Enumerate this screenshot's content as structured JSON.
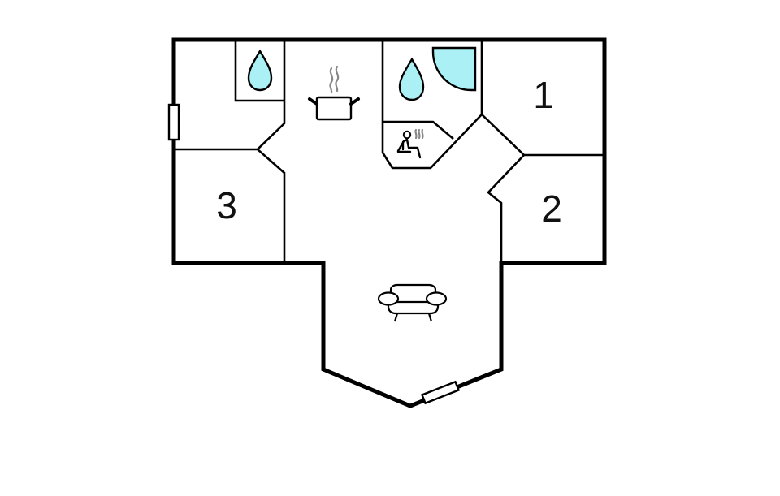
{
  "floorplan": {
    "rooms": [
      {
        "id": "bedroom-1",
        "label": "1"
      },
      {
        "id": "bedroom-2",
        "label": "2"
      },
      {
        "id": "bedroom-3",
        "label": "3"
      }
    ],
    "icons": [
      {
        "name": "toilet-water-drop-icon",
        "room": "wc-left"
      },
      {
        "name": "kitchen-pot-icon",
        "room": "kitchen"
      },
      {
        "name": "bathroom-water-drop-icon",
        "room": "bathroom"
      },
      {
        "name": "shower-icon",
        "room": "bathroom"
      },
      {
        "name": "sauna-icon",
        "room": "sauna"
      },
      {
        "name": "sofa-icon",
        "room": "living-room"
      }
    ],
    "windows": [
      {
        "name": "left-wall-window"
      },
      {
        "name": "bottom-bay-window"
      }
    ],
    "colors": {
      "wall": "#000000",
      "water_fixture": "#aaf0f5",
      "steam": "#888888",
      "background": "#ffffff"
    }
  }
}
